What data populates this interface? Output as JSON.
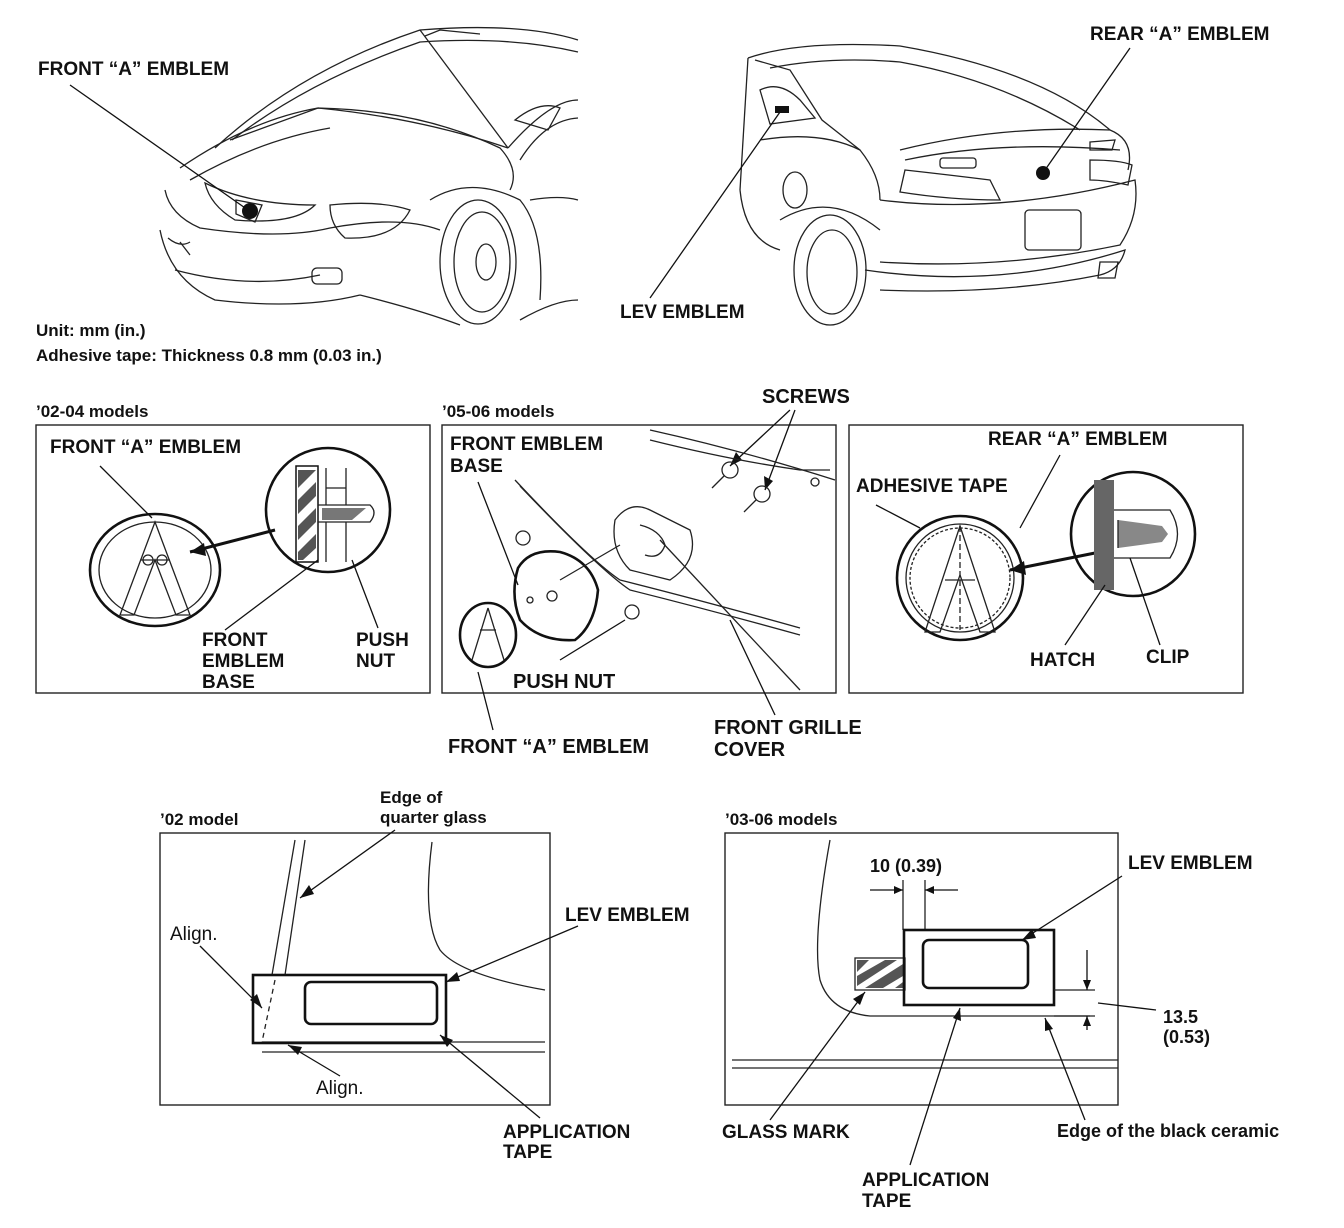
{
  "top": {
    "front_a_emblem": "FRONT “A” EMBLEM",
    "rear_a_emblem": "REAR “A” EMBLEM",
    "lev_emblem": "LEV EMBLEM",
    "unit": "Unit: mm (in.)",
    "adhesive_tape_note": "Adhesive tape: Thickness 0.8 mm (0.03 in.)"
  },
  "panel_0204": {
    "title": "’02-04 models",
    "front_a_emblem": "FRONT “A” EMBLEM",
    "front_emblem_base": [
      "FRONT",
      "EMBLEM",
      "BASE"
    ],
    "push_nut": [
      "PUSH",
      "NUT"
    ]
  },
  "panel_0506": {
    "title": "’05-06 models",
    "screws": "SCREWS",
    "front_emblem_base": [
      "FRONT EMBLEM",
      "BASE"
    ],
    "push_nut": "PUSH NUT",
    "front_a_emblem": "FRONT “A” EMBLEM",
    "front_grille_cover": [
      "FRONT GRILLE",
      "COVER"
    ]
  },
  "panel_rear": {
    "rear_a_emblem": "REAR “A” EMBLEM",
    "adhesive_tape": "ADHESIVE TAPE",
    "hatch": "HATCH",
    "clip": "CLIP"
  },
  "panel_02": {
    "title": "’02 model",
    "edge_of_quarter_glass": [
      "Edge of",
      "quarter glass"
    ],
    "align_top": "Align.",
    "align_bottom": "Align.",
    "lev_emblem": "LEV EMBLEM",
    "application_tape": [
      "APPLICATION",
      "TAPE"
    ]
  },
  "panel_0306": {
    "title": "’03-06 models",
    "dim_10": "10 (0.39)",
    "lev_emblem": "LEV EMBLEM",
    "dim_135": [
      "13.5",
      "(0.53)"
    ],
    "glass_mark": "GLASS MARK",
    "edge_black_ceramic": "Edge of the black ceramic",
    "application_tape": [
      "APPLICATION",
      "TAPE"
    ]
  }
}
